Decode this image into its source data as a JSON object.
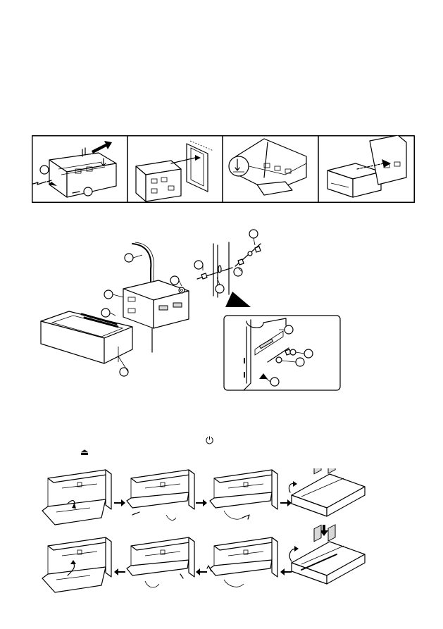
{
  "installation_steps": {
    "panels": [
      {
        "name": "remove-sleeve"
      },
      {
        "name": "insert-sleeve-into-frame"
      },
      {
        "name": "bend-tabs"
      },
      {
        "name": "slide-unit-in"
      }
    ]
  },
  "mounting_diagram": {
    "callouts": [
      "",
      "",
      "",
      "",
      "",
      "",
      "",
      "",
      "",
      "",
      "",
      "",
      "",
      ""
    ]
  },
  "panel_detach": {
    "power_symbol": "⏻",
    "release_symbol": "⏏",
    "rows": [
      {
        "name": "detach-sequence"
      },
      {
        "name": "attach-sequence"
      }
    ]
  }
}
